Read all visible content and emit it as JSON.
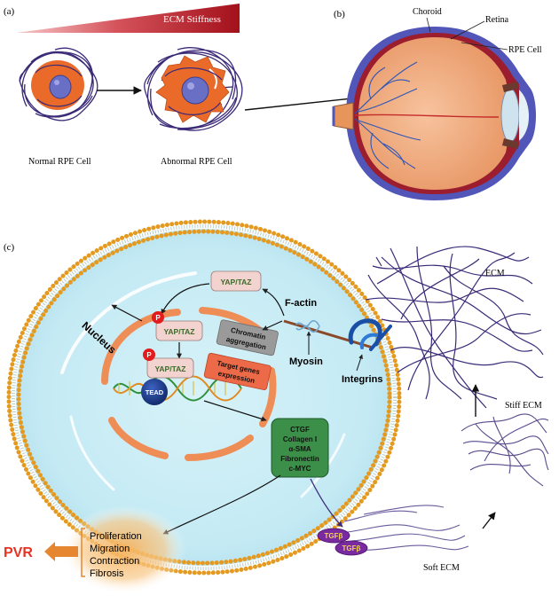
{
  "panel_a": {
    "label": "(a)",
    "gradient_label": "ECM Stiffness",
    "normal_cell_label": "Normal RPE Cell",
    "abnormal_cell_label": "Abnormal RPE Cell"
  },
  "panel_b": {
    "label": "(b)",
    "choroid": "Choroid",
    "retina": "Retina",
    "rpe_cell": "RPE Cell"
  },
  "panel_c": {
    "label": "(c)",
    "nucleus": "Nucleus",
    "yap_taz": "YAP/TAZ",
    "phospho": "P",
    "tead": "TEAD",
    "chromatin": [
      "Chromatin",
      "aggregation"
    ],
    "target_genes": [
      "Target genes",
      "expression"
    ],
    "genes": [
      "CTGF",
      "Collagen I",
      "α-SMA",
      "Fibronectin",
      "c-MYC"
    ],
    "f_actin": "F-actin",
    "myosin": "Myosin",
    "integrins": "Integrins",
    "ecm": "ECM",
    "stiff_ecm": "Stiff ECM",
    "soft_ecm": "Soft ECM",
    "tgfb": "TGFβ",
    "outcomes": [
      "Proliferation",
      "Migration",
      "Contraction",
      "Fibrosis"
    ],
    "pvr": "PVR"
  },
  "colors": {
    "gradient_dark": "#a3111b",
    "cell_orange": "#ea6a2a",
    "nucleus_blue": "#6a6fc6",
    "fiber_purple": "#3b2a78",
    "cytoplasm": "#c8ecf5",
    "membrane_orange": "#e49a20",
    "nuclear_envelope": "#ef8d57",
    "yap_box": "#f2d3cf",
    "chromatin_box": "#9a9a9a",
    "target_box": "#ec6a47",
    "genes_box": "#3c8f48",
    "tead": "#1c3a8c",
    "phospho": "#e21c1c",
    "pvr": "#e63323",
    "tgfb_fill": "#7a2aa0",
    "tgfb_text": "#f2d84a",
    "glow": "#f4a54d",
    "eye_body": "#f0aa7a",
    "eye_outer": "#5156b8"
  }
}
